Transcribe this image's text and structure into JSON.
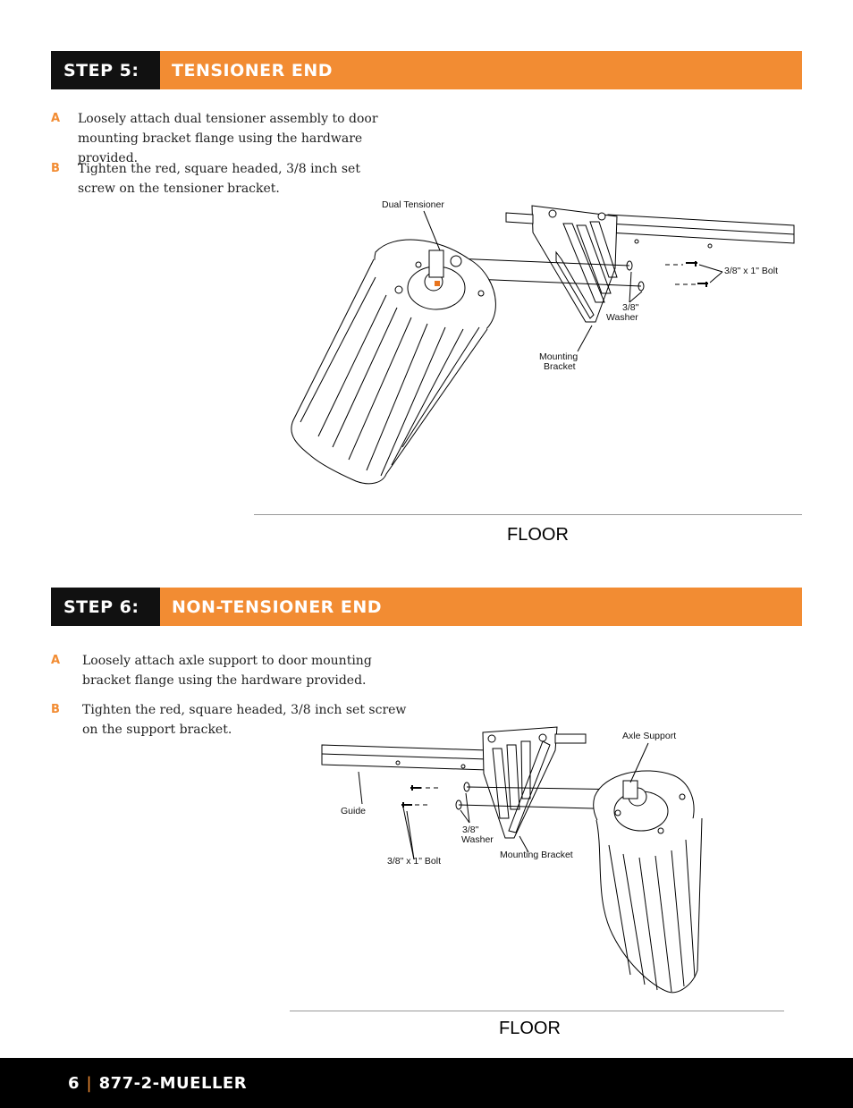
{
  "step5": {
    "step_label": "STEP 5:",
    "title": "TENSIONER END",
    "instructions": [
      {
        "letter": "A",
        "text": "Loosely attach dual tensioner assembly to door mounting bracket flange using the hardware provided."
      },
      {
        "letter": "B",
        "text": "Tighten the red, square headed, 3/8 inch set screw on the tensioner bracket."
      }
    ],
    "callouts": {
      "dual_tensioner": "Dual Tensioner",
      "bolt": "3/8\" x 1\" Bolt",
      "washer_size": "3/8\"",
      "washer": "Washer",
      "mounting": "Mounting",
      "bracket": "Bracket"
    },
    "floor": "FLOOR"
  },
  "step6": {
    "step_label": "STEP 6:",
    "title": "NON-TENSIONER END",
    "instructions": [
      {
        "letter": "A",
        "text": "Loosely attach axle support to door mounting bracket flange using the hardware provided."
      },
      {
        "letter": "B",
        "text": "Tighten the red, square headed, 3/8 inch set screw on the support bracket."
      }
    ],
    "callouts": {
      "axle_support": "Axle Support",
      "guide": "Guide",
      "washer_size": "3/8\"",
      "washer": "Washer",
      "mounting_bracket": "Mounting Bracket",
      "bolt": "3/8\" x 1\" Bolt"
    },
    "floor": "FLOOR"
  },
  "footer": {
    "page_number": "6",
    "separator": "|",
    "phone": "877-2-MUELLER"
  },
  "colors": {
    "accent": "#f28c33",
    "banner_dark": "#111111",
    "highlight": "#e8741e"
  }
}
